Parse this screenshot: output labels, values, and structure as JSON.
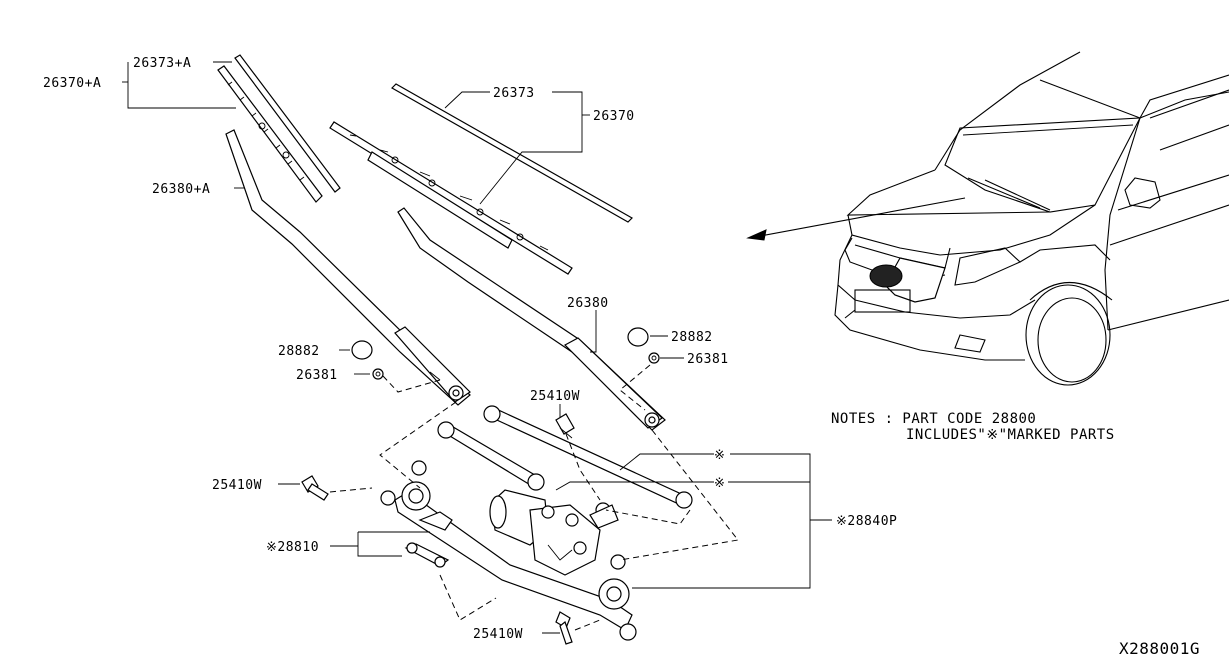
{
  "labels": {
    "blade_lh_assy": "26370+A",
    "refill_lh": "26373+A",
    "arm_lh": "26380+A",
    "refill_rh": "26373",
    "blade_rh_assy": "26370",
    "arm_rh": "26380",
    "cap_lh": "28882",
    "nut_lh": "26381",
    "cap_rh": "28882",
    "nut_rh": "26381",
    "bolt_top": "25410W",
    "bolt_left": "25410W",
    "bolt_bottom": "25410W",
    "linkage_assy": "※28840P",
    "marker_1": "※",
    "marker_2": "※",
    "motor_part": "※28810"
  },
  "notes": {
    "line1": "NOTES : PART CODE 28800",
    "line2": "INCLUDES\"※\"MARKED PARTS"
  },
  "figure_code": "X288001G"
}
